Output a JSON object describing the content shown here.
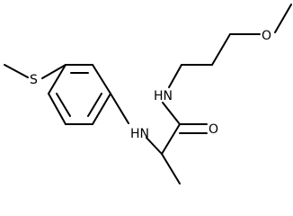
{
  "molecule": {
    "atoms": {
      "sulfur": "S",
      "oxygen_ether": "O",
      "nitrogen_amide": "HN",
      "oxygen_carbonyl": "O",
      "nitrogen_amine": "HN"
    }
  }
}
